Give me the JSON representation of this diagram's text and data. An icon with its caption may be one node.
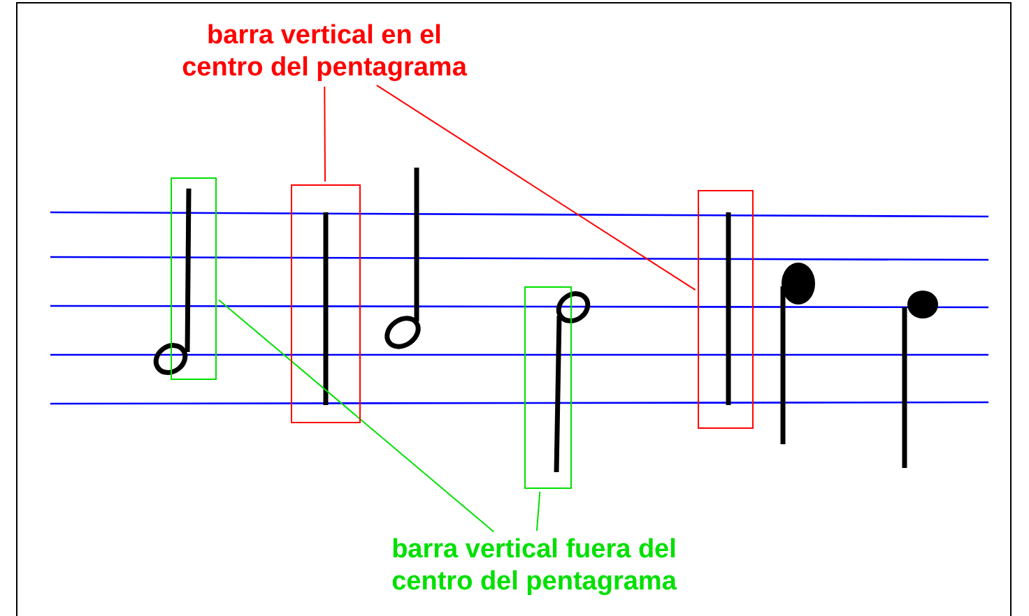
{
  "diagram": {
    "nodes": [
      {
        "text": [
          "barra vertical en el centro del pentagrama"
        ]
      },
      {
        "text": [],
        "shape": "box"
      },
      {
        "text": [],
        "shape": "box"
      },
      {
        "text": [],
        "shape": "box"
      },
      {
        "text": [],
        "shape": "box"
      },
      {
        "text": [
          "barra vertical fuera del centro del pentagrama"
        ]
      }
    ],
    "edges": [
      {
        "from": 0,
        "to": 2,
        "arrow": "none",
        "color": "#ff0000"
      },
      {
        "from": 0,
        "to": 4,
        "arrow": "none",
        "color": "#ff0000"
      },
      {
        "from": 5,
        "to": 1,
        "arrow": "none",
        "color": "#00e000"
      },
      {
        "from": 5,
        "to": 3,
        "arrow": "none",
        "color": "#00e000"
      }
    ]
  }
}
